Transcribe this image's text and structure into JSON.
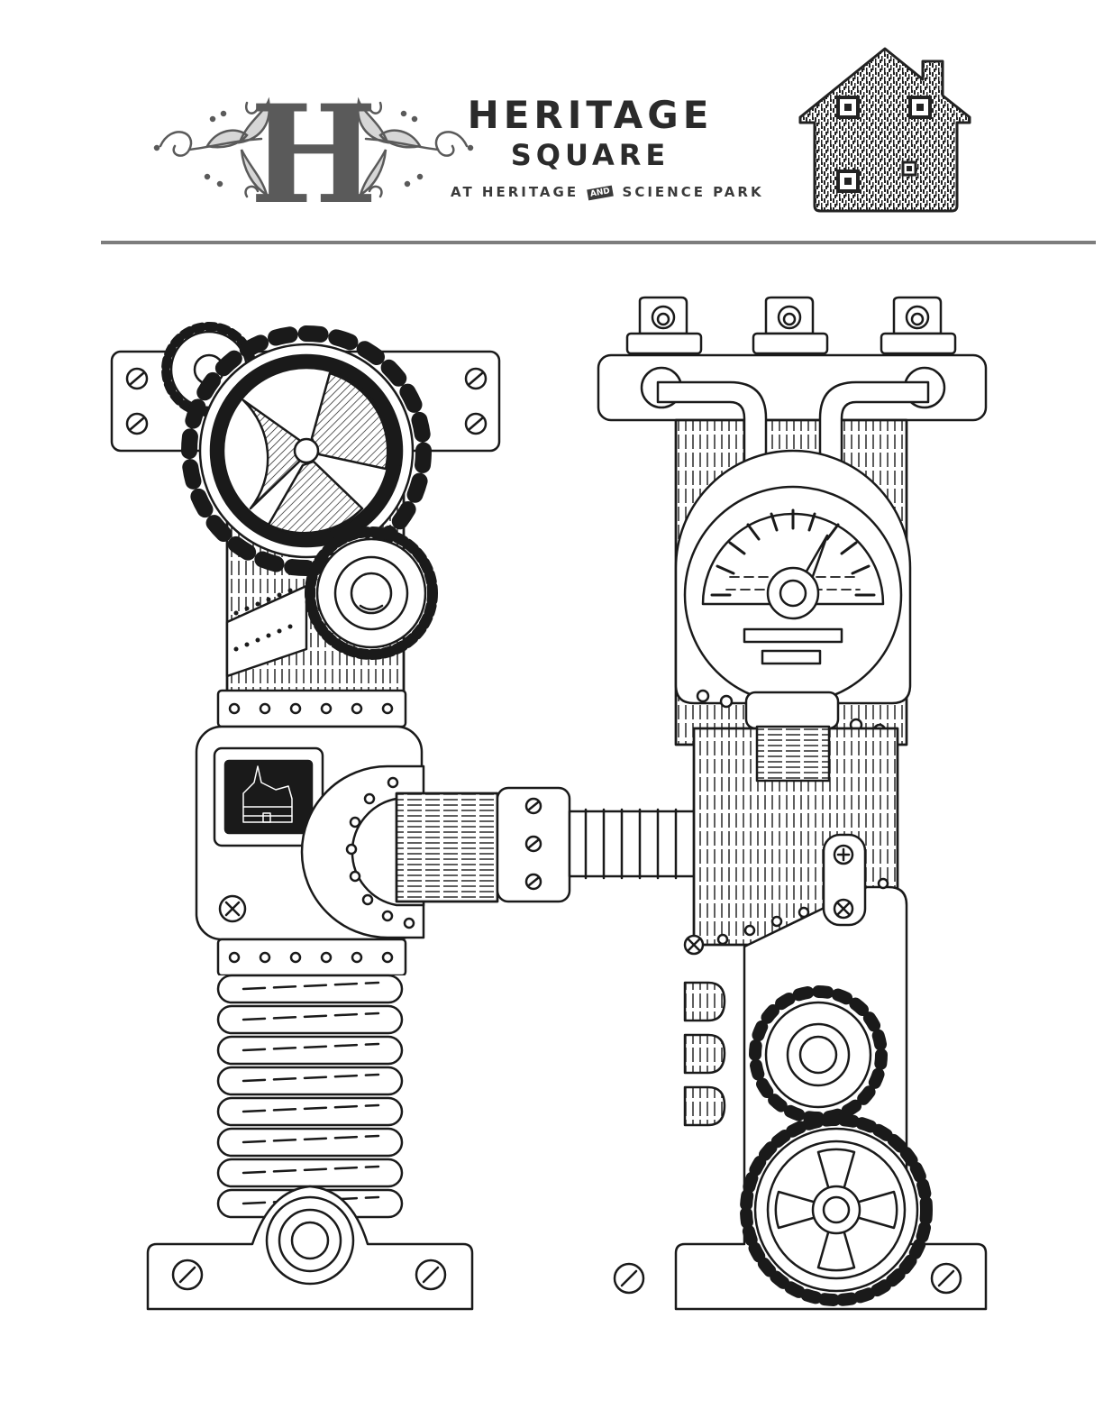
{
  "header": {
    "logo_letter": "H",
    "brand_title": "HERITAGE",
    "brand_subtitle": "SQUARE",
    "tagline_prefix": "AT HERITAGE",
    "tagline_and": "AND",
    "tagline_suffix": "SCIENCE PARK",
    "qr_icon": "house-qr-code-icon"
  },
  "illustration": {
    "subject": "steampunk-letter-h-icon"
  },
  "colors": {
    "ink": "#1a1a1a",
    "logo_gray": "#5a5a5a",
    "divider": "#7d7d7d"
  }
}
